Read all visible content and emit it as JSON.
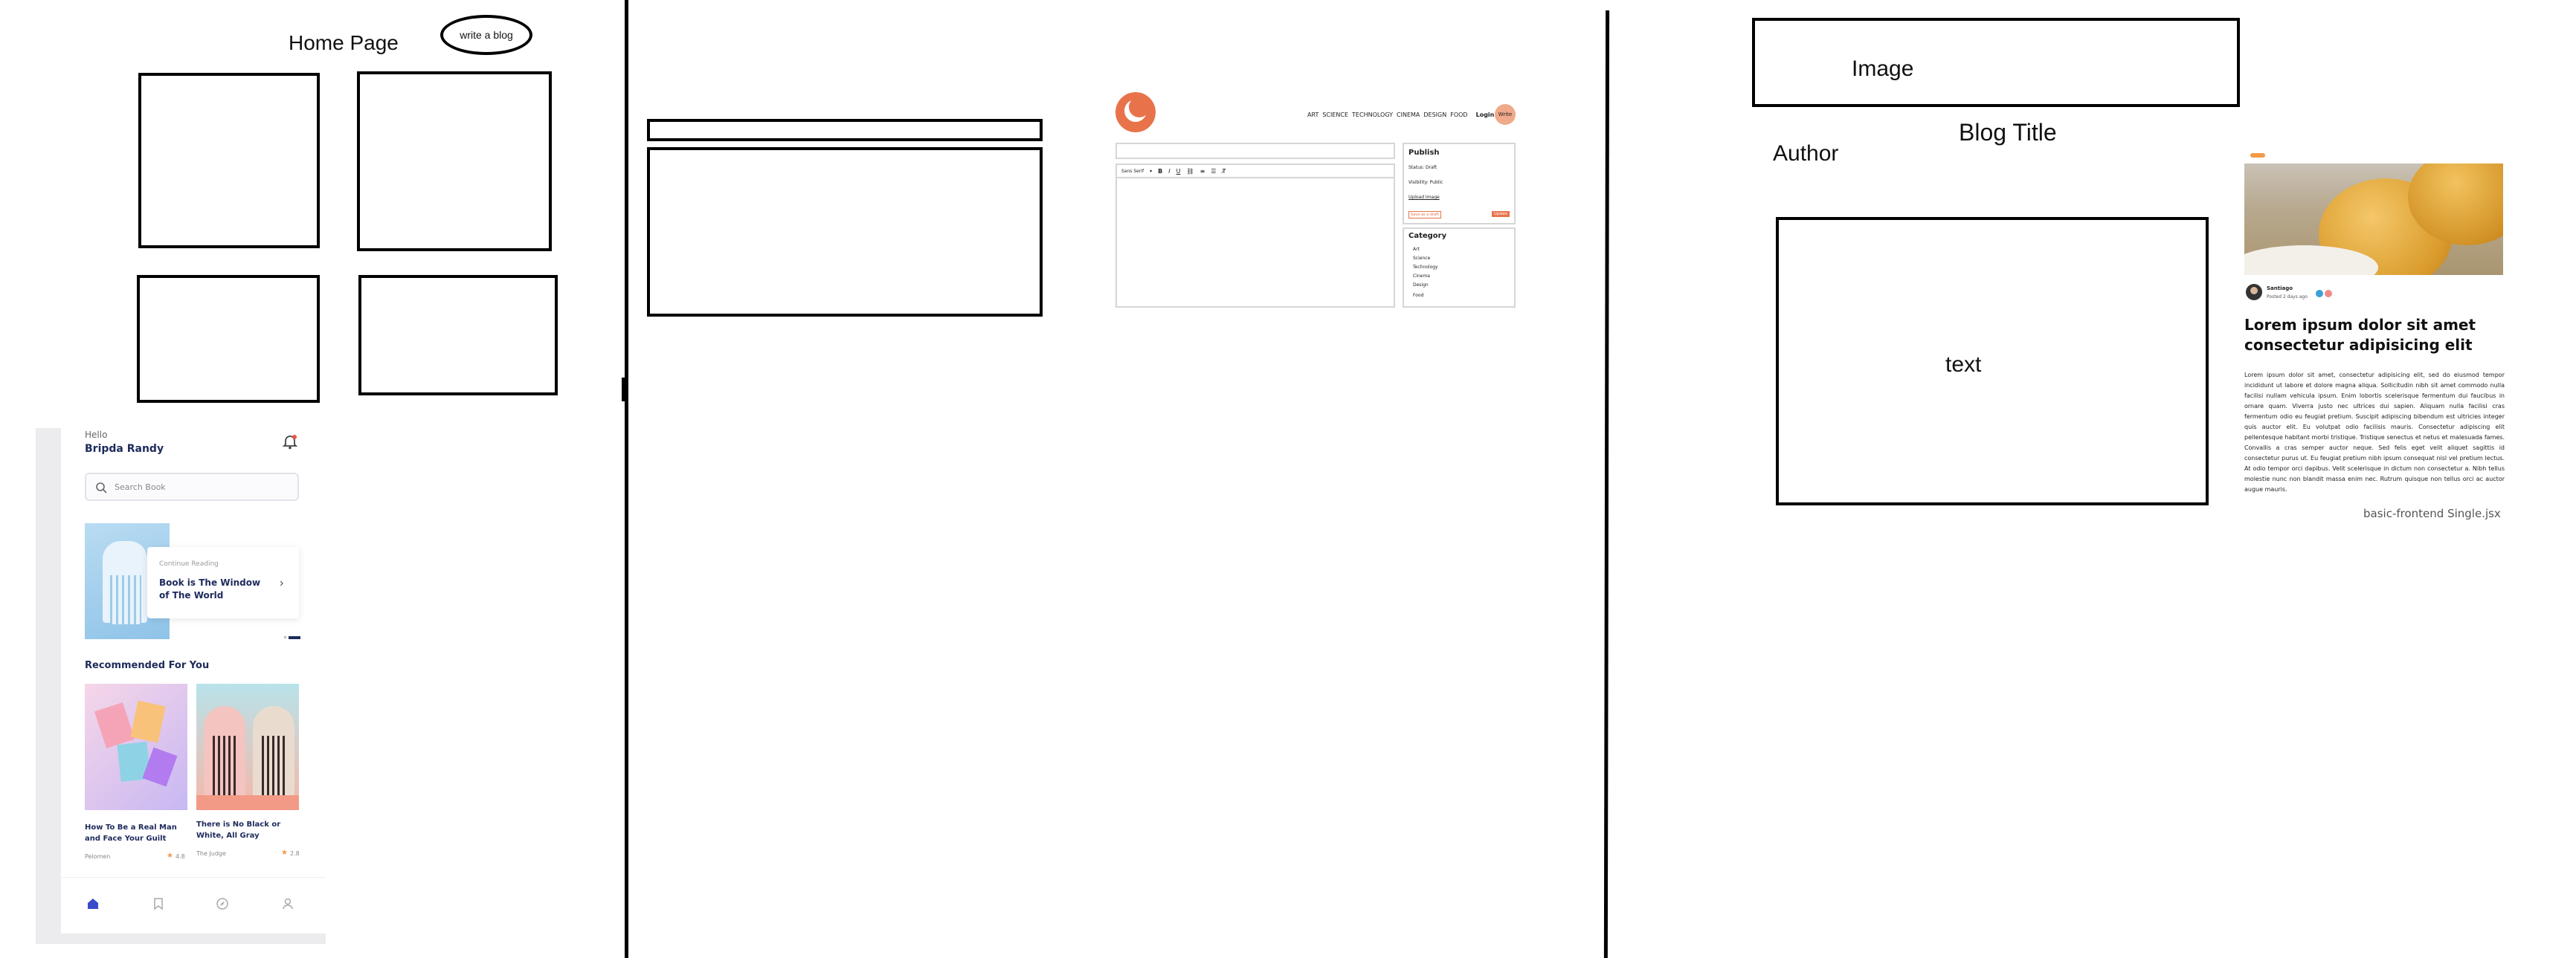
{
  "home": {
    "title": "Home Page",
    "write_button": "write a blog"
  },
  "mobile": {
    "greeting": "Hello",
    "user_name": "Bripda Randy",
    "search_placeholder": "Search Book",
    "continue_label": "Continue Reading",
    "continue_title": "Book is The Window of The World",
    "recommended_heading": "Recommended For You",
    "books": [
      {
        "title": "How To Be a Real Man and Face Your Guilt",
        "author": "Pelomen",
        "rating": "4.8"
      },
      {
        "title": "There is No Black or White, All Gray",
        "author": "The Judge",
        "rating": "2.8"
      }
    ],
    "nav_icons": [
      "home-icon",
      "bookmark-icon",
      "compass-icon",
      "user-icon"
    ],
    "accent": "#3b4cca"
  },
  "write_page": {
    "nav_links": [
      "ART",
      "SCIENCE",
      "TECHNOLOGY",
      "CINEMA",
      "DESIGN",
      "FOOD"
    ],
    "login": "Login",
    "write": "Write",
    "toolbar_font": "Sans Serif",
    "toolbar_buttons": [
      "B",
      "I",
      "U",
      "link",
      "list-ordered",
      "list-bullet",
      "clear"
    ],
    "publish": {
      "heading": "Publish",
      "status": "Status: Draft",
      "visibility": "Visibility: Public",
      "upload": "Upload Image",
      "save_draft": "Save as a draft",
      "update": "Update"
    },
    "category": {
      "heading": "Category",
      "options": [
        "Art",
        "Science",
        "Technology",
        "Cinema",
        "Design",
        "Food"
      ]
    },
    "accent": "#e8734a"
  },
  "single_page": {
    "image_label": "Image",
    "blog_title_label": "Blog Title",
    "author_label": "Author",
    "text_label": "text",
    "author_name": "Santiago",
    "posted": "Posted 2 days ago",
    "post_title": "Lorem ipsum dolor sit amet consectetur adipisicing elit",
    "body": "Lorem ipsum dolor sit amet, consectetur adipisicing elit, sed do eiusmod tempor incididunt ut labore et dolore magna aliqua. Sollicitudin nibh sit amet commodo nulla facilisi nullam vehicula ipsum. Enim lobortis scelerisque fermentum dui faucibus in ornare quam. Viverra justo nec ultrices dui sapien. Aliquam nulla facilisi cras fermentum odio eu feugiat pretium. Suscipit adipiscing bibendum est ultricies integer quis auctor elit. Eu volutpat odio facilisis mauris. Consectetur adipiscing elit pellentesque habitant morbi tristique. Tristique senectus et netus et malesuada fames. Convallis a cras semper auctor neque. Sed felis eget velit aliquet sagittis id consectetur purus ut. Eu feugiat pretium nibh ipsum consequat nisl vel pretium lectus. At odio tempor orci dapibus. Velit scelerisque in dictum non consectetur a. Nibh tellus molestie nunc non blandit massa enim nec. Rutrum quisque non tellus orci ac auctor augue mauris.",
    "caption": "basic-frontend Single.jsx"
  }
}
